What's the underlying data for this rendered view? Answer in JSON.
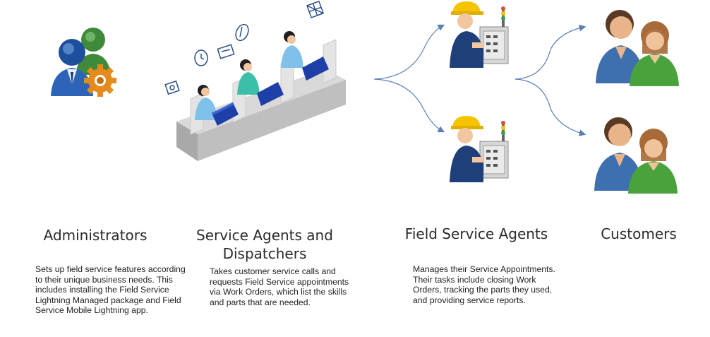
{
  "roles": [
    {
      "title": "Administrators",
      "description": "Sets up field service features according to their unique business needs. This includes installing the Field Service Lightning Managed package and Field Service Mobile Lightning app."
    },
    {
      "title": "Service Agents and Dispatchers",
      "description": "Takes customer service calls and requests Field Service appointments via Work Orders, which list the skills and parts that are needed."
    },
    {
      "title": "Field Service Agents",
      "description": "Manages their Service Appointments. Their tasks include closing Work Orders, tracking the parts they used, and providing service reports."
    },
    {
      "title": "Customers",
      "description": ""
    }
  ],
  "icons": {
    "administrators": "admin-users-gear-icon",
    "dispatchers": "call-center-agents-illustration",
    "field_agent": "field-technician-icon",
    "customers": "customers-pair-icon"
  },
  "colors": {
    "arrow": "#5a7fb5",
    "hardhat": "#f5c400",
    "uniform": "#1f3f7a"
  }
}
